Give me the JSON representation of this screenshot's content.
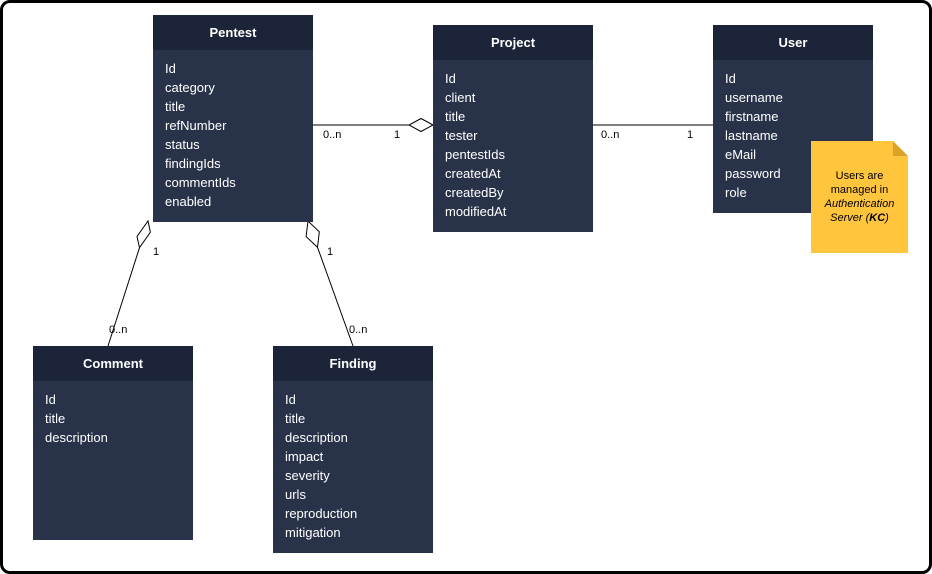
{
  "diagram": {
    "type": "uml-entity-diagram",
    "title": "Pentest data model"
  },
  "colors": {
    "canvas_bg": "#ffffff",
    "entity_header_bg": "#1b2438",
    "entity_body_bg": "#283349",
    "entity_text": "#ffffff",
    "line_color": "#000000",
    "note_bg": "#ffc53d",
    "note_fold": "#d9a32a"
  },
  "entities": [
    {
      "title": "Pentest",
      "fields": [
        "Id",
        "category",
        "title",
        "refNumber",
        "status",
        "findingIds",
        "commentIds",
        "enabled"
      ]
    },
    {
      "title": "Project",
      "fields": [
        "Id",
        "client",
        "title",
        "tester",
        "pentestIds",
        "createdAt",
        "createdBy",
        "modifiedAt"
      ]
    },
    {
      "title": "User",
      "fields": [
        "Id",
        "username",
        "firstname",
        "lastname",
        "eMail",
        "password",
        "role"
      ]
    },
    {
      "title": "Comment",
      "fields": [
        "Id",
        "title",
        "description"
      ]
    },
    {
      "title": "Finding",
      "fields": [
        "Id",
        "title",
        "description",
        "impact",
        "severity",
        "urls",
        "reproduction",
        "mitigation"
      ]
    }
  ],
  "relationships": [
    {
      "source": "Pentest",
      "target": "Project",
      "source_label": "0..n",
      "target_label": "1",
      "decoration": "diamond-at-target"
    },
    {
      "source": "Project",
      "target": "User",
      "source_label": "0..n",
      "target_label": "1",
      "decoration": "none"
    },
    {
      "source": "Pentest",
      "target": "Comment",
      "source_label": "1",
      "target_label": "0..n",
      "decoration": "diamond-at-source"
    },
    {
      "source": "Pentest",
      "target": "Finding",
      "source_label": "1",
      "target_label": "0..n",
      "decoration": "diamond-at-source"
    }
  ],
  "note": {
    "line1": "Users are",
    "line2": "managed in",
    "line3": "Authentication",
    "line4_prefix": "Server (",
    "line4_kc": "KC",
    "line4_suffix": ")"
  }
}
